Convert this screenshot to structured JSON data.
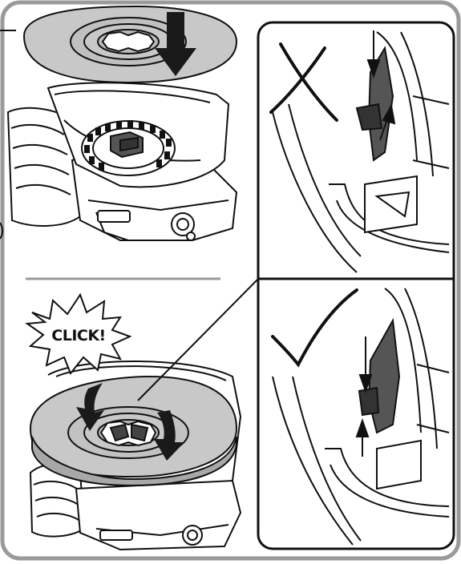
{
  "click_burst": {
    "text": "CLICK!"
  },
  "panels": {
    "top_right": {
      "verdict": "incorrect",
      "mark_icon": "cross-icon"
    },
    "bottom_right": {
      "verdict": "correct",
      "mark_icon": "check-icon"
    }
  },
  "colors": {
    "frame": "#9a9a9a",
    "line": "#111111",
    "disc": "#c8c8c8",
    "disc_dark": "#a8a8a8",
    "arrow": "#1a1a1a",
    "background": "#ffffff"
  }
}
